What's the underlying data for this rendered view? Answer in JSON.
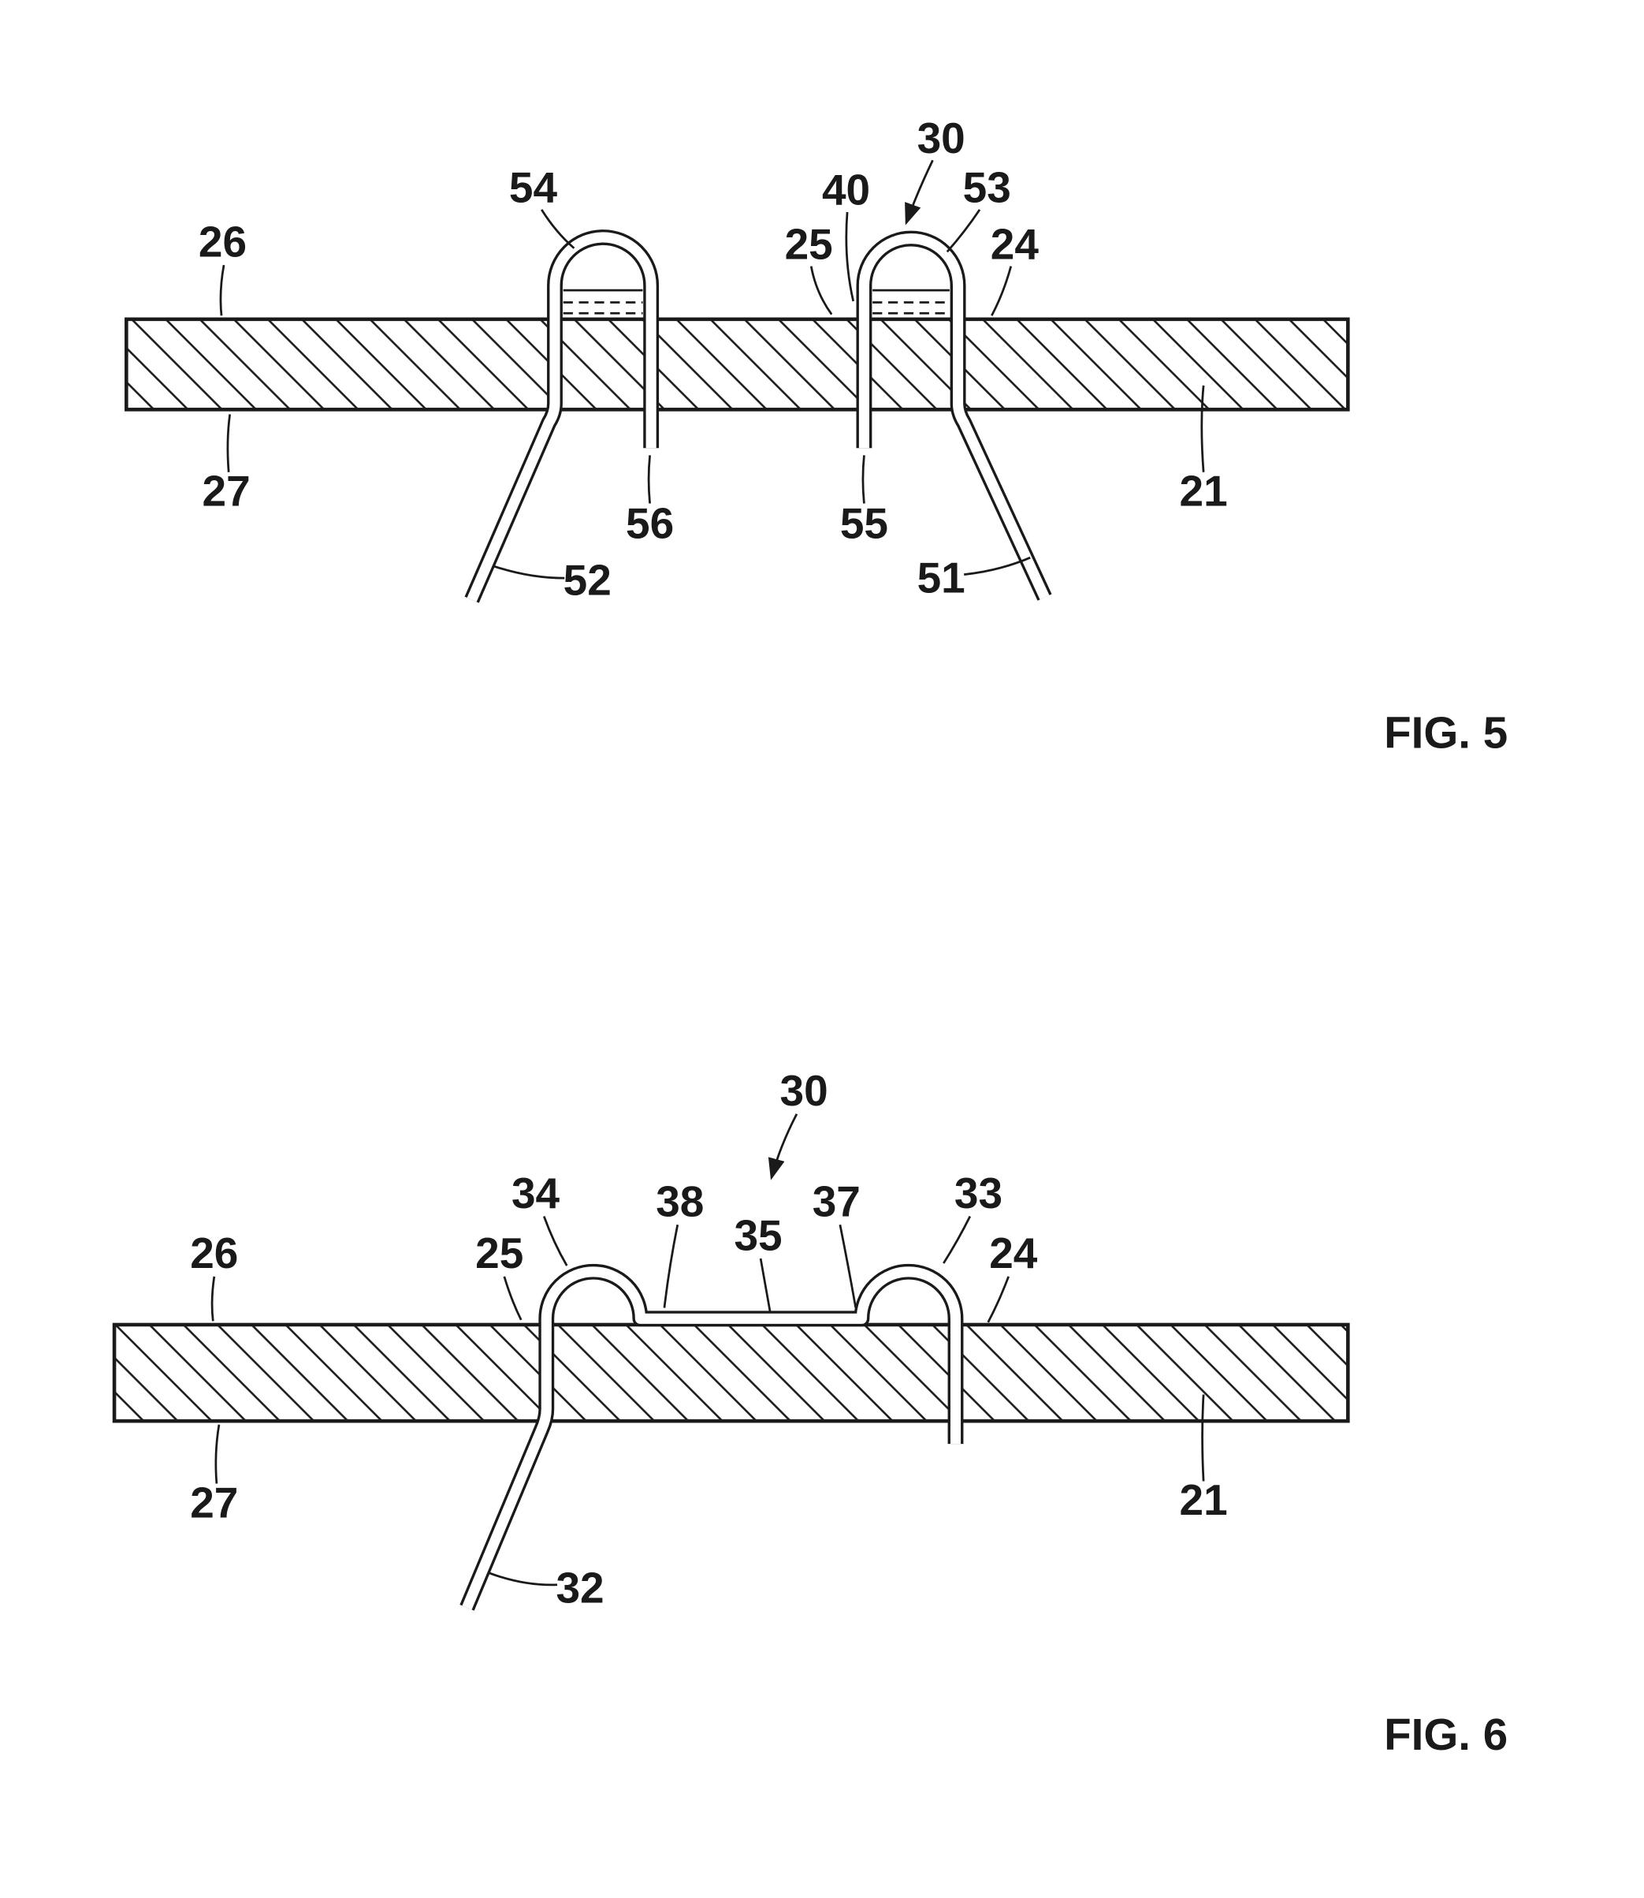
{
  "page": {
    "background": "#ffffff",
    "ink": "#1a1a1a"
  },
  "figure5": {
    "caption": "FIG. 5",
    "labels": {
      "n26": "26",
      "n54": "54",
      "n30": "30",
      "n40": "40",
      "n53": "53",
      "n25": "25",
      "n24": "24",
      "n27": "27",
      "n56": "56",
      "n55": "55",
      "n21": "21",
      "n52": "52",
      "n51": "51"
    }
  },
  "figure6": {
    "caption": "FIG. 6",
    "labels": {
      "n30": "30",
      "n34": "34",
      "n38": "38",
      "n35": "35",
      "n37": "37",
      "n33": "33",
      "n26": "26",
      "n25": "25",
      "n24": "24",
      "n27": "27",
      "n21": "21",
      "n32": "32"
    }
  }
}
